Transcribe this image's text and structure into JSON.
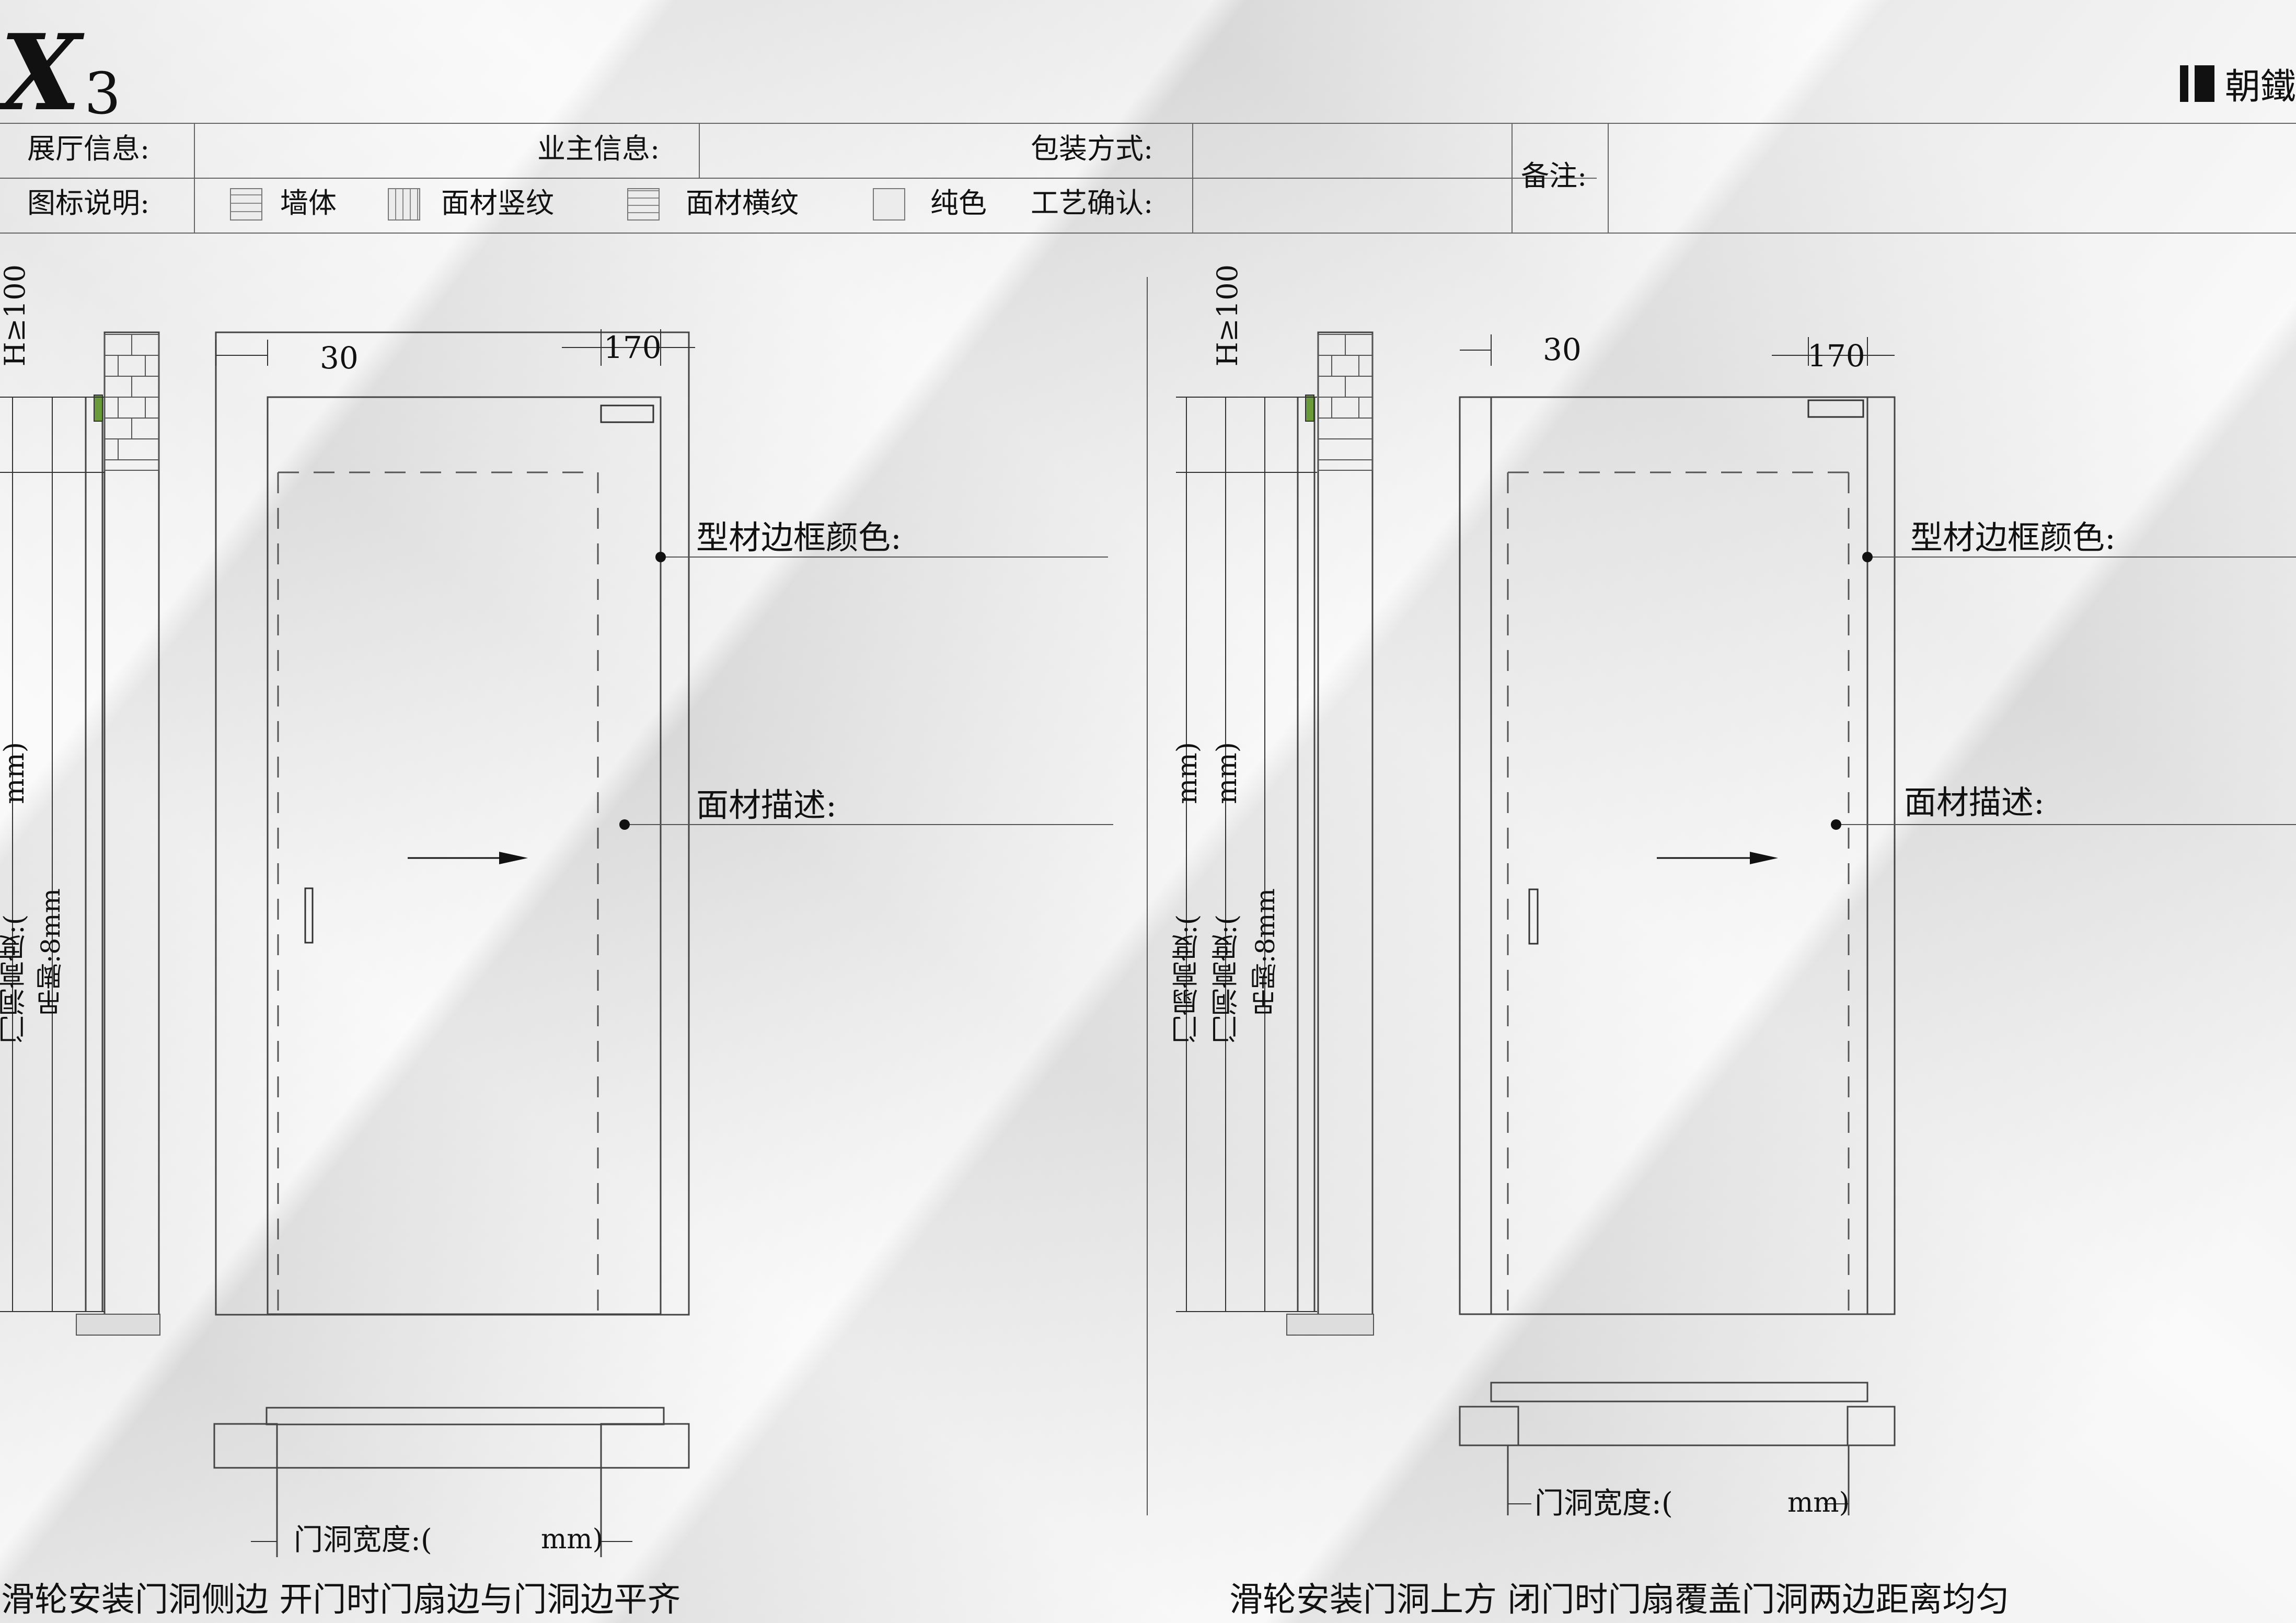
{
  "logo": {
    "letter": "X",
    "subscript": "3"
  },
  "brand": {
    "name": "朝鐵"
  },
  "header": {
    "row1": {
      "showroom_label": "展厅信息:",
      "owner_label": "业主信息:",
      "packing_label": "包装方式:",
      "remark_label": "备注:"
    },
    "row2": {
      "legend_label": "图标说明:",
      "legend_items": [
        "墙体",
        "面材竖纹",
        "面材横纹",
        "纯色"
      ],
      "craft_label": "工艺确认:"
    }
  },
  "left": {
    "dim_top_left": "30",
    "dim_top_right": "170",
    "frame_color_label": "型材边框颜色:",
    "panel_desc_label": "面材描述:",
    "h_min": "H≥100",
    "opening_height": "门洞高度:(",
    "unit_mm": "mm)",
    "gap": "吊脚:8mm",
    "opening_width": "门洞宽度:(",
    "opening_width_unit": "mm)",
    "caption": "滑轮安装门洞侧边 开门时门扇边与门洞边平齐"
  },
  "right": {
    "dim_top_left": "30",
    "dim_top_right": "170",
    "frame_color_label": "型材边框颜色:",
    "panel_desc_label": "面材描述:",
    "h_min": "H≥100",
    "leaf_height": "门扇高度:(",
    "opening_height": "门洞高度:(",
    "unit_mm": "mm)",
    "gap": "吊脚:8mm",
    "opening_width": "门洞宽度:(",
    "opening_width_unit": "mm)",
    "caption": "滑轮安装门洞上方 闭门时门扇覆盖门洞两边距离均匀"
  }
}
